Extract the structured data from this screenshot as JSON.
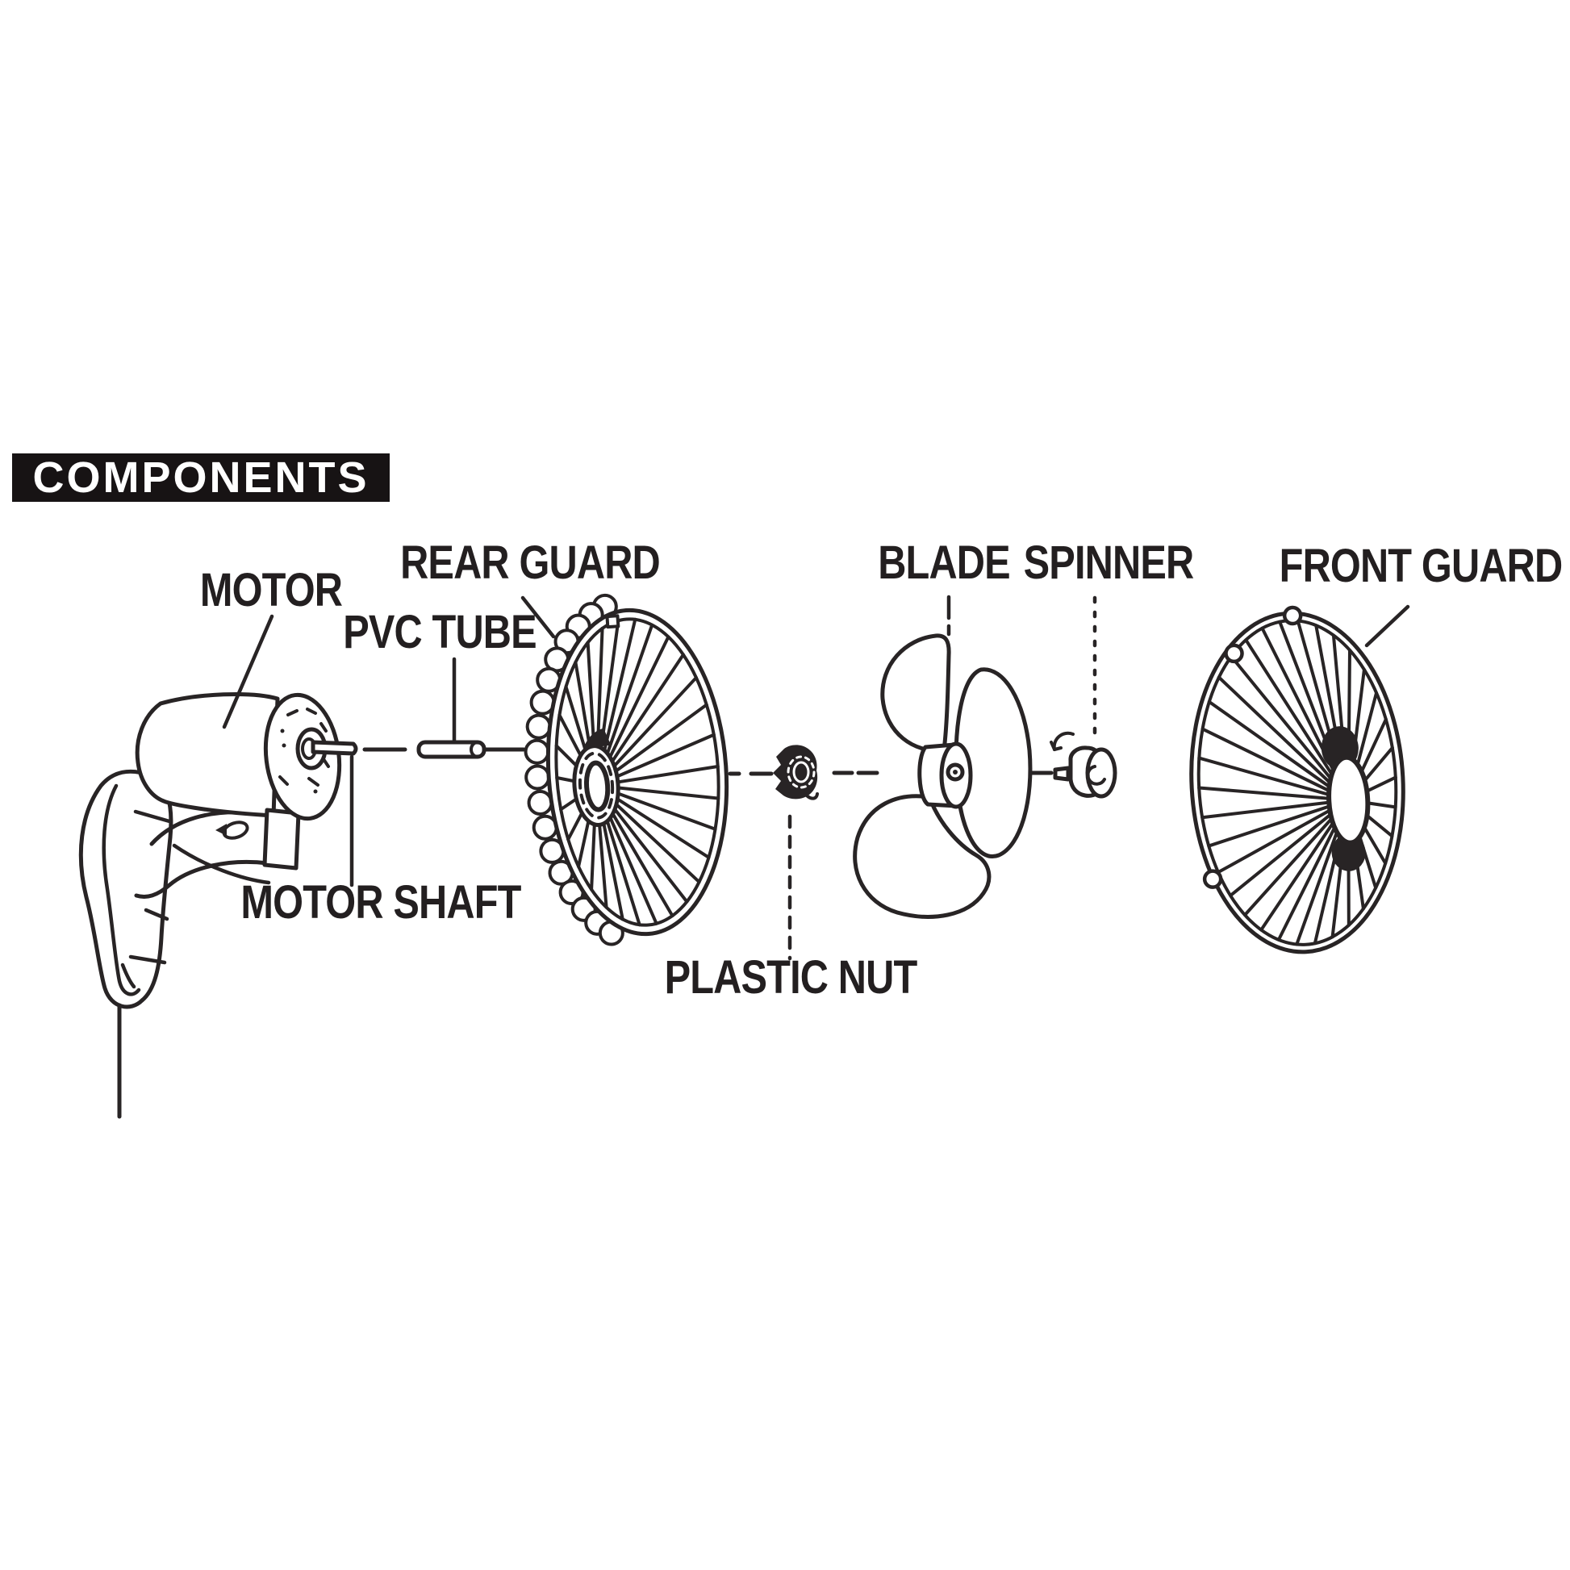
{
  "header": {
    "title": "COMPONENTS"
  },
  "labels": {
    "motor": "MOTOR",
    "rear_guard": "REAR GUARD",
    "pvc_tube": "PVC TUBE",
    "blade": "BLADE",
    "spinner": "SPINNER",
    "front_guard": "FRONT GUARD",
    "motor_shaft": "MOTOR SHAFT",
    "plastic_nut": "PLASTIC NUT"
  },
  "parts": [
    "MOTOR",
    "PVC TUBE",
    "REAR GUARD",
    "PLASTIC NUT",
    "BLADE",
    "SPINNER",
    "FRONT GUARD",
    "MOTOR SHAFT"
  ],
  "colors": {
    "ink": "#282425",
    "label_ink": "#231f20",
    "header_bg": "#171314",
    "paper": "#ffffff"
  }
}
